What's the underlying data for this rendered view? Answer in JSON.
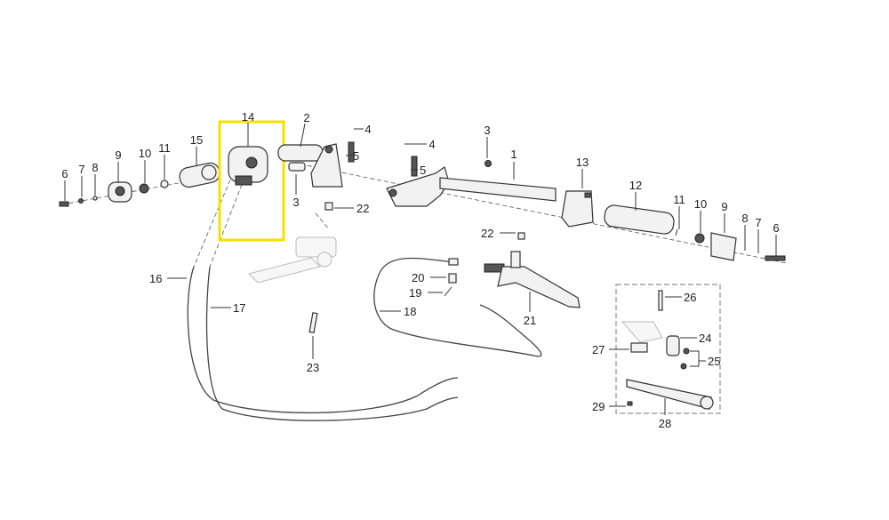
{
  "diagram": {
    "highlight_color": "#f5e000",
    "highlighted_part": "14",
    "callouts": [
      "14",
      "2",
      "4",
      "4",
      "5",
      "5",
      "3",
      "1",
      "13",
      "12",
      "11",
      "10",
      "9",
      "8",
      "7",
      "6",
      "6",
      "7",
      "8",
      "9",
      "10",
      "11",
      "15",
      "3",
      "22",
      "22",
      "20",
      "19",
      "18",
      "21",
      "16",
      "17",
      "23",
      "26",
      "24",
      "27",
      "25",
      "29",
      "28"
    ]
  }
}
